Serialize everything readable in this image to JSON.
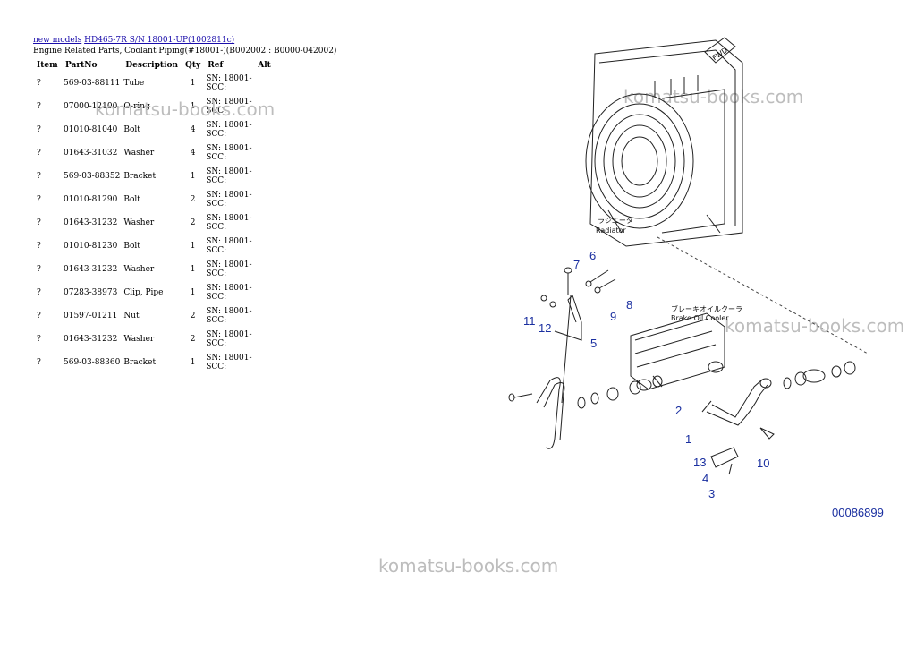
{
  "breadcrumb": {
    "link1": "new models",
    "link2": "HD465-7R S/N 18001-UP(1002811c)"
  },
  "subtitle": "Engine Related Parts, Coolant Piping(#18001-)(B002002 : B0000-042002)",
  "table": {
    "headers": [
      "Item",
      "PartNo",
      "Description",
      "Qty",
      "Ref",
      "Alt"
    ],
    "rows": [
      [
        "?",
        "569-03-88111",
        "Tube",
        "1",
        "SN: 18001-SCC:",
        ""
      ],
      [
        "?",
        "07000-12100",
        "O-ring",
        "1",
        "SN: 18001-SCC:",
        ""
      ],
      [
        "?",
        "01010-81040",
        "Bolt",
        "4",
        "SN: 18001-SCC:",
        ""
      ],
      [
        "?",
        "01643-31032",
        "Washer",
        "4",
        "SN: 18001-SCC:",
        ""
      ],
      [
        "?",
        "569-03-88352",
        "Bracket",
        "1",
        "SN: 18001-SCC:",
        ""
      ],
      [
        "?",
        "01010-81290",
        "Bolt",
        "2",
        "SN: 18001-SCC:",
        ""
      ],
      [
        "?",
        "01643-31232",
        "Washer",
        "2",
        "SN: 18001-SCC:",
        ""
      ],
      [
        "?",
        "01010-81230",
        "Bolt",
        "1",
        "SN: 18001-SCC:",
        ""
      ],
      [
        "?",
        "01643-31232",
        "Washer",
        "1",
        "SN: 18001-SCC:",
        ""
      ],
      [
        "?",
        "07283-38973",
        "Clip, Pipe",
        "1",
        "SN: 18001-SCC:",
        ""
      ],
      [
        "?",
        "01597-01211",
        "Nut",
        "2",
        "SN: 18001-SCC:",
        ""
      ],
      [
        "?",
        "01643-31232",
        "Washer",
        "2",
        "SN: 18001-SCC:",
        ""
      ],
      [
        "?",
        "569-03-88360",
        "Bracket",
        "1",
        "SN: 18001-SCC:",
        ""
      ]
    ]
  },
  "watermark": "komatsu-books.com",
  "drawing": {
    "fwd": "FWD",
    "radiator_jp": "ラジエータ",
    "radiator": "Radiator",
    "cooler_jp": "ブレーキオイルクーラ",
    "cooler": "Brake Oil Cooler",
    "callouts": [
      "6",
      "7",
      "8",
      "9",
      "11",
      "12",
      "5",
      "2",
      "1",
      "13",
      "4",
      "3",
      "10"
    ],
    "drawing_id": "00086899"
  }
}
